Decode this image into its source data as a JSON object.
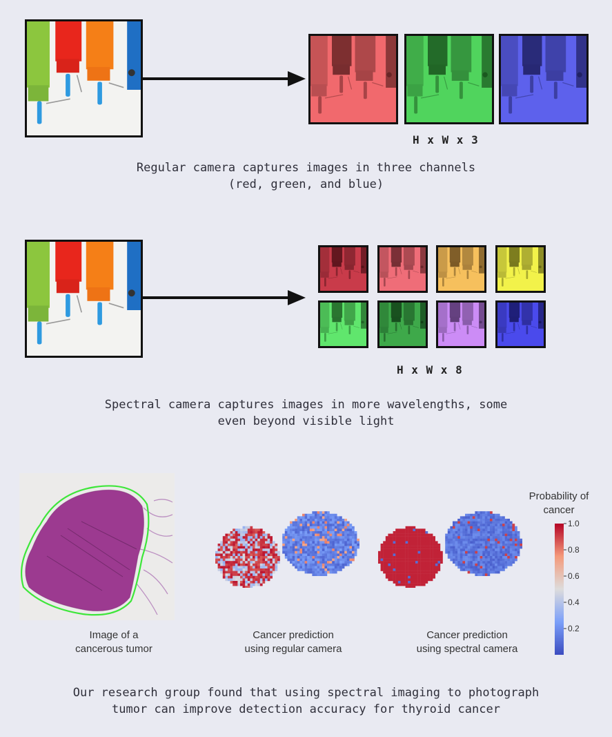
{
  "section1": {
    "dim_label": "H x W x 3",
    "caption": "Regular camera captures images in three channels\n(red, green, and blue)",
    "channels": [
      {
        "name": "red",
        "tint": "#e8474a"
      },
      {
        "name": "green",
        "tint": "#2fbf3a"
      },
      {
        "name": "blue",
        "tint": "#3b3fe0"
      }
    ]
  },
  "section2": {
    "dim_label": "H x W x 8",
    "caption": "Spectral camera captures images in more wavelengths, some\neven beyond visible light",
    "channels": [
      {
        "tint": "#b01c2a"
      },
      {
        "tint": "#e54a55"
      },
      {
        "tint": "#f0a43a"
      },
      {
        "tint": "#eaea2a"
      },
      {
        "tint": "#3ed84a"
      },
      {
        "tint": "#1f8a2a"
      },
      {
        "tint": "#b46af0"
      },
      {
        "tint": "#2a2ae0"
      }
    ]
  },
  "section3": {
    "tumor_caption": "Image of a\ncancerous tumor",
    "regular_caption": "Cancer prediction\nusing regular camera",
    "spectral_caption": "Cancer prediction\nusing spectral camera",
    "colorbar": {
      "title": "Probability of\ncancer",
      "ticks": [
        "1.0",
        "0.8",
        "0.6",
        "0.4",
        "0.2"
      ],
      "low_color": "#3b4cc0",
      "high_color": "#b40426"
    }
  },
  "footer": {
    "caption": "Our research group found that using spectral imaging to photograph\ntumor can improve detection accuracy for thyroid cancer"
  }
}
